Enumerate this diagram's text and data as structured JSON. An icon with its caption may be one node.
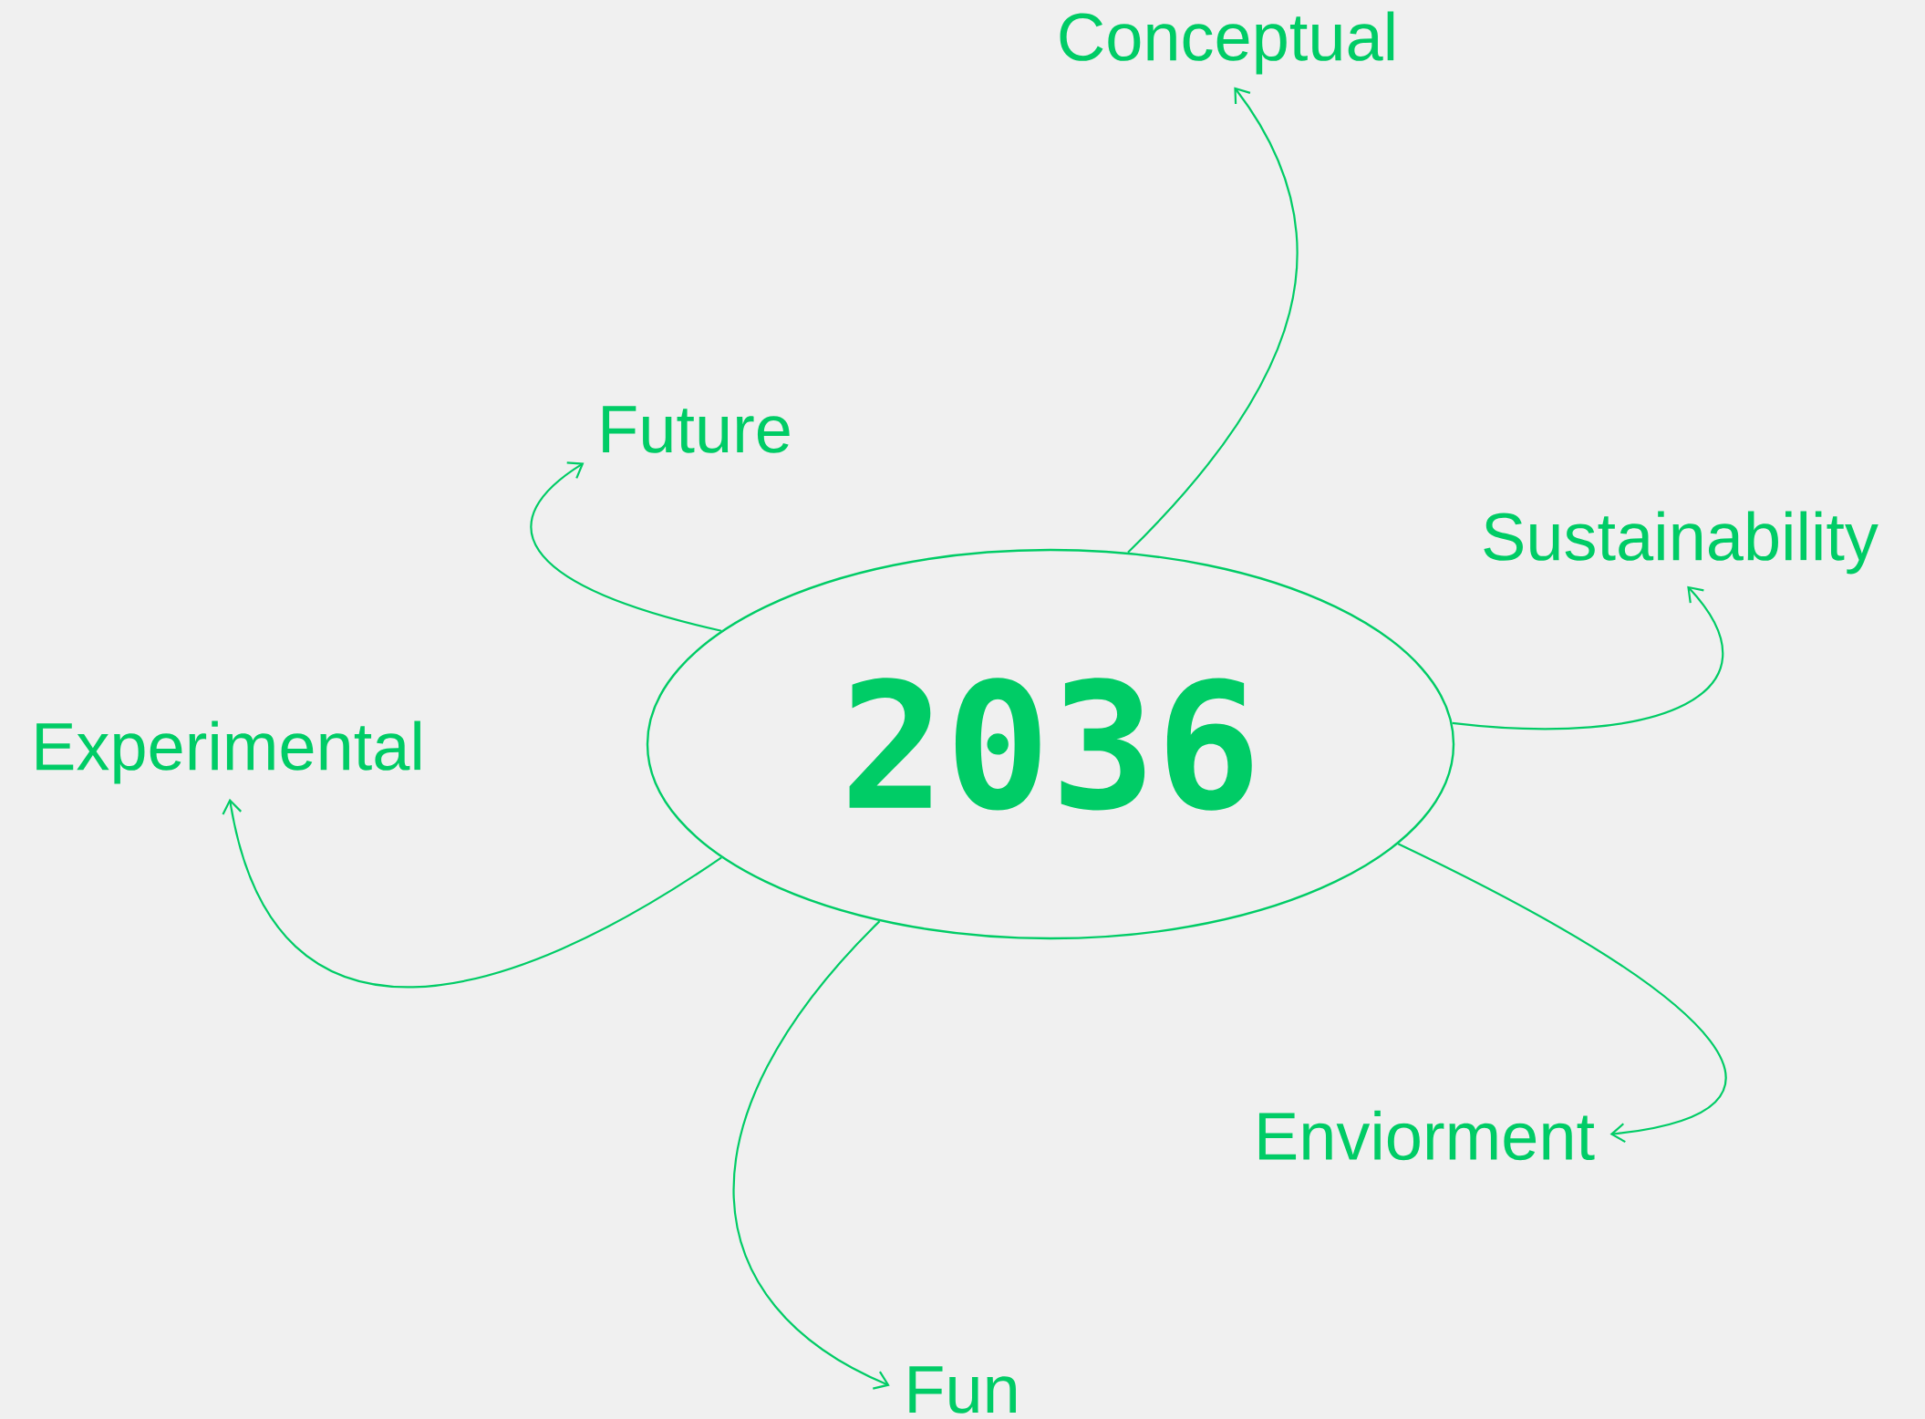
{
  "diagram": {
    "nodes": [
      {
        "text": [
          "2036"
        ]
      },
      {
        "text": [
          "Conceptual"
        ]
      },
      {
        "text": [
          "Future"
        ]
      },
      {
        "text": [
          "Sustainability"
        ]
      },
      {
        "text": [
          "Experimental"
        ]
      },
      {
        "text": [
          "Enviorment"
        ]
      },
      {
        "text": [
          "Fun"
        ]
      }
    ],
    "edges": [
      {
        "from": 0,
        "to": 1,
        "arrow": "to"
      },
      {
        "from": 0,
        "to": 2,
        "arrow": "to"
      },
      {
        "from": 0,
        "to": 3,
        "arrow": "to"
      },
      {
        "from": 0,
        "to": 4,
        "arrow": "to"
      },
      {
        "from": 0,
        "to": 5,
        "arrow": "to"
      },
      {
        "from": 0,
        "to": 6,
        "arrow": "to"
      }
    ]
  }
}
